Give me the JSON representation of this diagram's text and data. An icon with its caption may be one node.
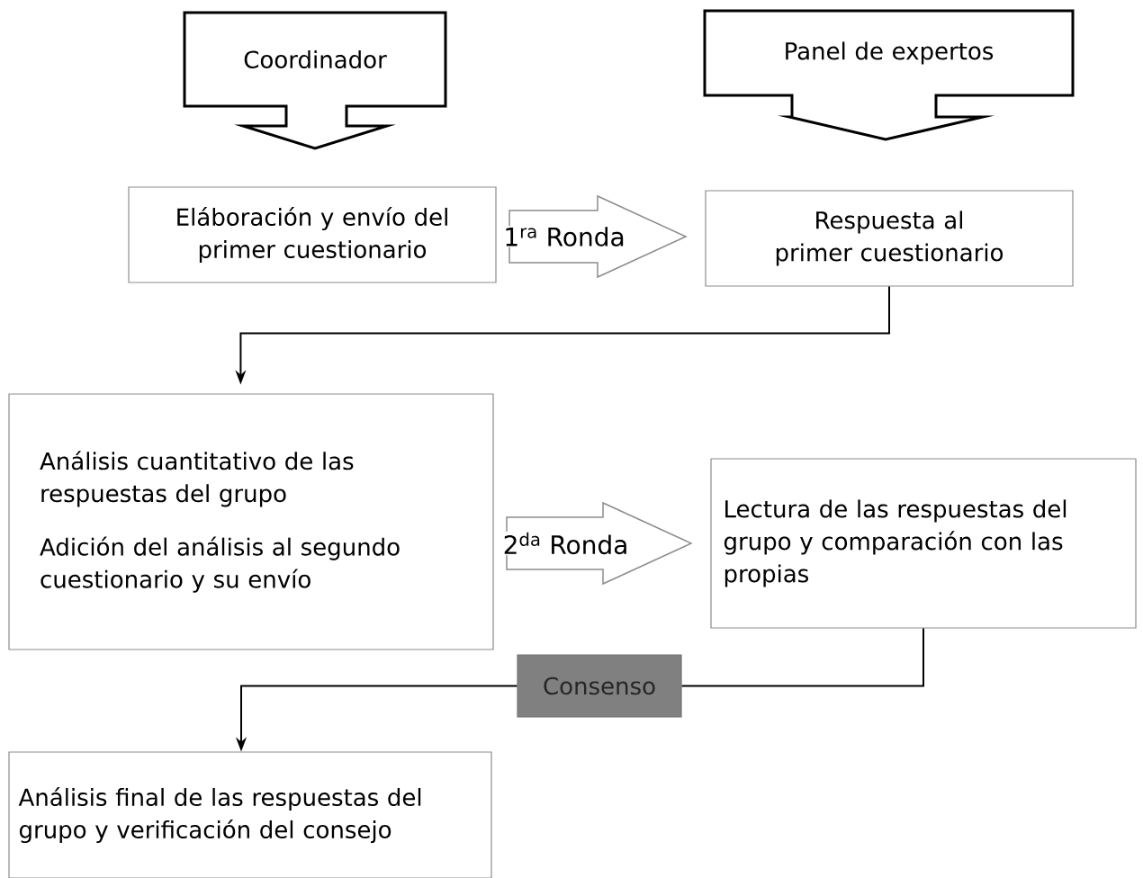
{
  "diagram": {
    "nodes": [
      {
        "text": [
          "Coordinador"
        ]
      },
      {
        "text": [
          "Panel de expertos"
        ]
      },
      {
        "text": [
          "Eláboración y envío del primer cuestionario"
        ]
      },
      {
        "text": [
          "Respuesta al primer cuestionario"
        ]
      },
      {
        "text": [
          "Análisis cuantitativo de las respuestas del grupo",
          "Adición del análisis al segundo cuestionario y su envío"
        ]
      },
      {
        "text": [
          "Lectura de las respuestas del grupo y comparación con las propias"
        ]
      },
      {
        "text": [
          "Consenso"
        ]
      },
      {
        "text": [
          "Análisis final de las respuestas del grupo y verificación del consejo"
        ]
      }
    ],
    "edges": [
      {
        "from": 2,
        "to": 3,
        "arrow": "to",
        "label": "1$^{ra}$ Ronda"
      },
      {
        "from": 3,
        "to": 4,
        "arrow": "to"
      },
      {
        "from": 4,
        "to": 5,
        "arrow": "to",
        "label": "2$^{da}$ Ronda"
      },
      {
        "from": 5,
        "to": 6,
        "arrow": "none"
      },
      {
        "from": 6,
        "to": 7,
        "arrow": "to"
      }
    ]
  }
}
